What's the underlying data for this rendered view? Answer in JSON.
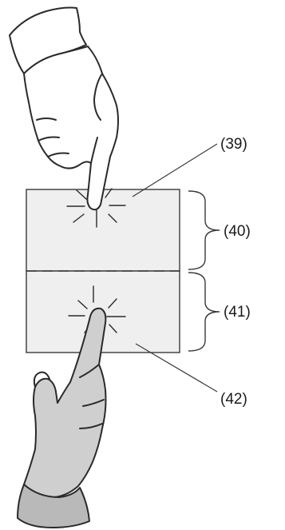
{
  "callouts": {
    "c39": "(39)",
    "c40": "(40)",
    "c41": "(41)",
    "c42": "(42)"
  },
  "colors": {
    "panel_fill": "#efefef",
    "stroke": "#3a3a3a",
    "hand_top_fill": "#ffffff",
    "hand_bottom_fill": "#cfcfcf",
    "cuff_top_fill": "#ffffff",
    "cuff_bottom_fill": "#b9b9b9"
  },
  "icons": {
    "top_hand": "pointing-hand-down-icon",
    "bottom_hand": "pointing-hand-up-icon",
    "top_touch": "touch-spark-icon",
    "bottom_touch": "touch-spark-icon"
  }
}
